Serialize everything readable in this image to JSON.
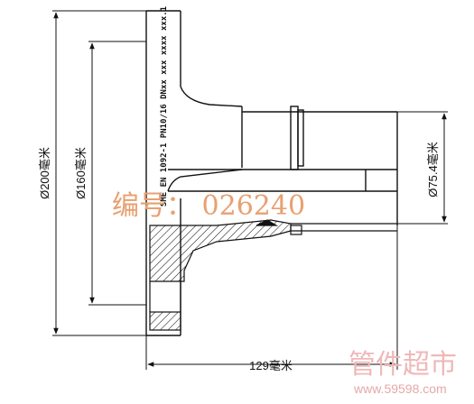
{
  "dimensions": {
    "outer_diameter": "Ø200毫米",
    "bolt_circle": "Ø160毫米",
    "bore_diameter": "Ø75.4毫米",
    "length": "129毫米"
  },
  "marking_text": "SME EN 1092-1 PN10/16 DNxx xxx xxxx xxx.1",
  "watermark": {
    "serial": "编号： 026240",
    "brand": "管件超市",
    "url": "www.59598.com"
  },
  "colors": {
    "line": "#111111",
    "watermark_serial": "#e8a070",
    "watermark_brand": "#f0b8b8"
  }
}
